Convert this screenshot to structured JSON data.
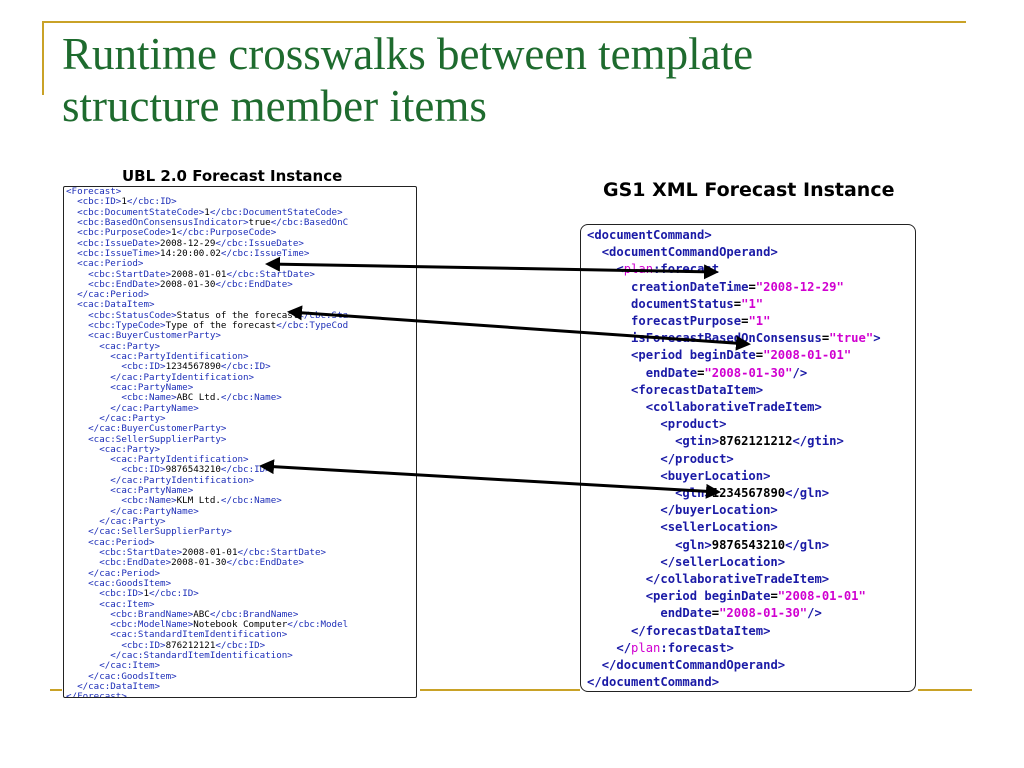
{
  "slide": {
    "title_line1": "Runtime crosswalks between template",
    "title_line2": "structure member items",
    "left_caption": "UBL 2.0 Forecast Instance",
    "right_caption": "GS1 XML Forecast Instance"
  },
  "colors": {
    "title": "#1e6b2e",
    "accent_rule": "#c9a227",
    "xml_tag_left": "#1e2fb8",
    "xml_tag_right": "#1a1aa6",
    "xml_attr_value": "#d000d0"
  },
  "ubl": {
    "lines": [
      {
        "pre": "<Forecast>",
        "val": "",
        "post": ""
      },
      {
        "pre": "  <cbc:ID>",
        "val": "1",
        "post": "</cbc:ID>"
      },
      {
        "pre": "  <cbc:DocumentStateCode>",
        "val": "1",
        "post": "</cbc:DocumentStateCode>"
      },
      {
        "pre": "  <cbc:BasedOnConsensusIndicator>",
        "val": "true",
        "post": "</cbc:BasedOnC"
      },
      {
        "pre": "  <cbc:PurposeCode>",
        "val": "1",
        "post": "</cbc:PurposeCode>"
      },
      {
        "pre": "  <cbc:IssueDate>",
        "val": "2008-12-29",
        "post": "</cbc:IssueDate>"
      },
      {
        "pre": "  <cbc:IssueTime>",
        "val": "14:20:00.02",
        "post": "</cbc:IssueTime>"
      },
      {
        "pre": "  <cac:Period>",
        "val": "",
        "post": ""
      },
      {
        "pre": "    <cbc:StartDate>",
        "val": "2008-01-01",
        "post": "</cbc:StartDate>"
      },
      {
        "pre": "    <cbc:EndDate>",
        "val": "2008-01-30",
        "post": "</cbc:EndDate>"
      },
      {
        "pre": "  </cac:Period>",
        "val": "",
        "post": ""
      },
      {
        "pre": "  <cac:DataItem>",
        "val": "",
        "post": ""
      },
      {
        "pre": "    <cbc:StatusCode>",
        "val": "Status of the forecast",
        "post": "</cbc:Sta"
      },
      {
        "pre": "    <cbc:TypeCode>",
        "val": "Type of the forecast",
        "post": "</cbc:TypeCod"
      },
      {
        "pre": "    <cac:BuyerCustomerParty>",
        "val": "",
        "post": ""
      },
      {
        "pre": "      <cac:Party>",
        "val": "",
        "post": ""
      },
      {
        "pre": "        <cac:PartyIdentification>",
        "val": "",
        "post": ""
      },
      {
        "pre": "          <cbc:ID>",
        "val": "1234567890",
        "post": "</cbc:ID>"
      },
      {
        "pre": "        </cac:PartyIdentification>",
        "val": "",
        "post": ""
      },
      {
        "pre": "        <cac:PartyName>",
        "val": "",
        "post": ""
      },
      {
        "pre": "          <cbc:Name>",
        "val": "ABC Ltd.",
        "post": "</cbc:Name>"
      },
      {
        "pre": "        </cac:PartyName>",
        "val": "",
        "post": ""
      },
      {
        "pre": "      </cac:Party>",
        "val": "",
        "post": ""
      },
      {
        "pre": "    </cac:BuyerCustomerParty>",
        "val": "",
        "post": ""
      },
      {
        "pre": "    <cac:SellerSupplierParty>",
        "val": "",
        "post": ""
      },
      {
        "pre": "      <cac:Party>",
        "val": "",
        "post": ""
      },
      {
        "pre": "        <cac:PartyIdentification>",
        "val": "",
        "post": ""
      },
      {
        "pre": "          <cbc:ID>",
        "val": "9876543210",
        "post": "</cbc:ID>"
      },
      {
        "pre": "        </cac:PartyIdentification>",
        "val": "",
        "post": ""
      },
      {
        "pre": "        <cac:PartyName>",
        "val": "",
        "post": ""
      },
      {
        "pre": "          <cbc:Name>",
        "val": "KLM Ltd.",
        "post": "</cbc:Name>"
      },
      {
        "pre": "        </cac:PartyName>",
        "val": "",
        "post": ""
      },
      {
        "pre": "      </cac:Party>",
        "val": "",
        "post": ""
      },
      {
        "pre": "    </cac:SellerSupplierParty>",
        "val": "",
        "post": ""
      },
      {
        "pre": "    <cac:Period>",
        "val": "",
        "post": ""
      },
      {
        "pre": "      <cbc:StartDate>",
        "val": "2008-01-01",
        "post": "</cbc:StartDate>"
      },
      {
        "pre": "      <cbc:EndDate>",
        "val": "2008-01-30",
        "post": "</cbc:EndDate>"
      },
      {
        "pre": "    </cac:Period>",
        "val": "",
        "post": ""
      },
      {
        "pre": "    <cac:GoodsItem>",
        "val": "",
        "post": ""
      },
      {
        "pre": "      <cbc:ID>",
        "val": "1",
        "post": "</cbc:ID>"
      },
      {
        "pre": "      <cac:Item>",
        "val": "",
        "post": ""
      },
      {
        "pre": "        <cbc:BrandName>",
        "val": "ABC",
        "post": "</cbc:BrandName>"
      },
      {
        "pre": "        <cbc:ModelName>",
        "val": "Notebook Computer",
        "post": "</cbc:Model"
      },
      {
        "pre": "        <cac:StandardItemIdentification>",
        "val": "",
        "post": ""
      },
      {
        "pre": "          <cbc:ID>",
        "val": "876212121",
        "post": "</cbc:ID>"
      },
      {
        "pre": "        </cac:StandardItemIdentification>",
        "val": "",
        "post": ""
      },
      {
        "pre": "      </cac:Item>",
        "val": "",
        "post": ""
      },
      {
        "pre": "    </cac:GoodsItem>",
        "val": "",
        "post": ""
      },
      {
        "pre": "  </cac:DataItem>",
        "val": "",
        "post": ""
      },
      {
        "pre": "</Forecast>",
        "val": "",
        "post": ""
      }
    ]
  },
  "gs1": {
    "lines": [
      {
        "indent": "",
        "parts": [
          {
            "t": "<documentCommand>",
            "k": "tag"
          }
        ]
      },
      {
        "indent": "  ",
        "parts": [
          {
            "t": "<documentCommandOperand>",
            "k": "tag"
          }
        ]
      },
      {
        "indent": "    ",
        "parts": [
          {
            "t": "<",
            "k": "tag"
          },
          {
            "t": "plan",
            "k": "ns"
          },
          {
            "t": ":forecast",
            "k": "tag"
          }
        ]
      },
      {
        "indent": "      ",
        "parts": [
          {
            "t": "creationDateTime",
            "k": "attr"
          },
          {
            "t": "=",
            "k": "txt"
          },
          {
            "t": "\"2008-12-29\"",
            "k": "aval"
          }
        ]
      },
      {
        "indent": "      ",
        "parts": [
          {
            "t": "documentStatus",
            "k": "attr"
          },
          {
            "t": "=",
            "k": "txt"
          },
          {
            "t": "\"1\"",
            "k": "aval"
          }
        ]
      },
      {
        "indent": "      ",
        "parts": [
          {
            "t": "forecastPurpose",
            "k": "attr"
          },
          {
            "t": "=",
            "k": "txt"
          },
          {
            "t": "\"1\"",
            "k": "aval"
          }
        ]
      },
      {
        "indent": "      ",
        "parts": [
          {
            "t": "isForecastBasedOnConsensus",
            "k": "attr"
          },
          {
            "t": "=",
            "k": "txt"
          },
          {
            "t": "\"true\"",
            "k": "aval"
          },
          {
            "t": ">",
            "k": "tag"
          }
        ]
      },
      {
        "indent": "      ",
        "parts": [
          {
            "t": "<period ",
            "k": "tag"
          },
          {
            "t": "beginDate",
            "k": "attr"
          },
          {
            "t": "=",
            "k": "txt"
          },
          {
            "t": "\"2008-01-01\"",
            "k": "aval"
          }
        ]
      },
      {
        "indent": "        ",
        "parts": [
          {
            "t": "endDate",
            "k": "attr"
          },
          {
            "t": "=",
            "k": "txt"
          },
          {
            "t": "\"2008-01-30\"",
            "k": "aval"
          },
          {
            "t": "/>",
            "k": "tag"
          }
        ]
      },
      {
        "indent": "      ",
        "parts": [
          {
            "t": "<forecastDataItem>",
            "k": "tag"
          }
        ]
      },
      {
        "indent": "        ",
        "parts": [
          {
            "t": "<collaborativeTradeItem>",
            "k": "tag"
          }
        ]
      },
      {
        "indent": "          ",
        "parts": [
          {
            "t": "<product>",
            "k": "tag"
          }
        ]
      },
      {
        "indent": "            ",
        "parts": [
          {
            "t": "<gtin>",
            "k": "tag"
          },
          {
            "t": "8762121212",
            "k": "txt"
          },
          {
            "t": "</gtin>",
            "k": "tag"
          }
        ]
      },
      {
        "indent": "          ",
        "parts": [
          {
            "t": "</product>",
            "k": "tag"
          }
        ]
      },
      {
        "indent": "          ",
        "parts": [
          {
            "t": "<buyerLocation>",
            "k": "tag"
          }
        ]
      },
      {
        "indent": "            ",
        "parts": [
          {
            "t": "<gln>",
            "k": "tag"
          },
          {
            "t": "1234567890",
            "k": "txt"
          },
          {
            "t": "</gln>",
            "k": "tag"
          }
        ]
      },
      {
        "indent": "          ",
        "parts": [
          {
            "t": "</buyerLocation>",
            "k": "tag"
          }
        ]
      },
      {
        "indent": "          ",
        "parts": [
          {
            "t": "<sellerLocation>",
            "k": "tag"
          }
        ]
      },
      {
        "indent": "            ",
        "parts": [
          {
            "t": "<gln>",
            "k": "tag"
          },
          {
            "t": "9876543210",
            "k": "txt"
          },
          {
            "t": "</gln>",
            "k": "tag"
          }
        ]
      },
      {
        "indent": "          ",
        "parts": [
          {
            "t": "</sellerLocation>",
            "k": "tag"
          }
        ]
      },
      {
        "indent": "        ",
        "parts": [
          {
            "t": "</collaborativeTradeItem>",
            "k": "tag"
          }
        ]
      },
      {
        "indent": "        ",
        "parts": [
          {
            "t": "<period ",
            "k": "tag"
          },
          {
            "t": "beginDate",
            "k": "attr"
          },
          {
            "t": "=",
            "k": "txt"
          },
          {
            "t": "\"2008-01-01\"",
            "k": "aval"
          }
        ]
      },
      {
        "indent": "          ",
        "parts": [
          {
            "t": "endDate",
            "k": "attr"
          },
          {
            "t": "=",
            "k": "txt"
          },
          {
            "t": "\"2008-01-30\"",
            "k": "aval"
          },
          {
            "t": "/>",
            "k": "tag"
          }
        ]
      },
      {
        "indent": "      ",
        "parts": [
          {
            "t": "</forecastDataItem>",
            "k": "tag"
          }
        ]
      },
      {
        "indent": "    ",
        "parts": [
          {
            "t": "</",
            "k": "tag"
          },
          {
            "t": "plan",
            "k": "ns"
          },
          {
            "t": ":forecast>",
            "k": "tag"
          }
        ]
      },
      {
        "indent": "  ",
        "parts": [
          {
            "t": "</documentCommandOperand>",
            "k": "tag"
          }
        ]
      },
      {
        "indent": "",
        "parts": [
          {
            "t": "</documentCommand>",
            "k": "tag"
          }
        ]
      }
    ]
  }
}
